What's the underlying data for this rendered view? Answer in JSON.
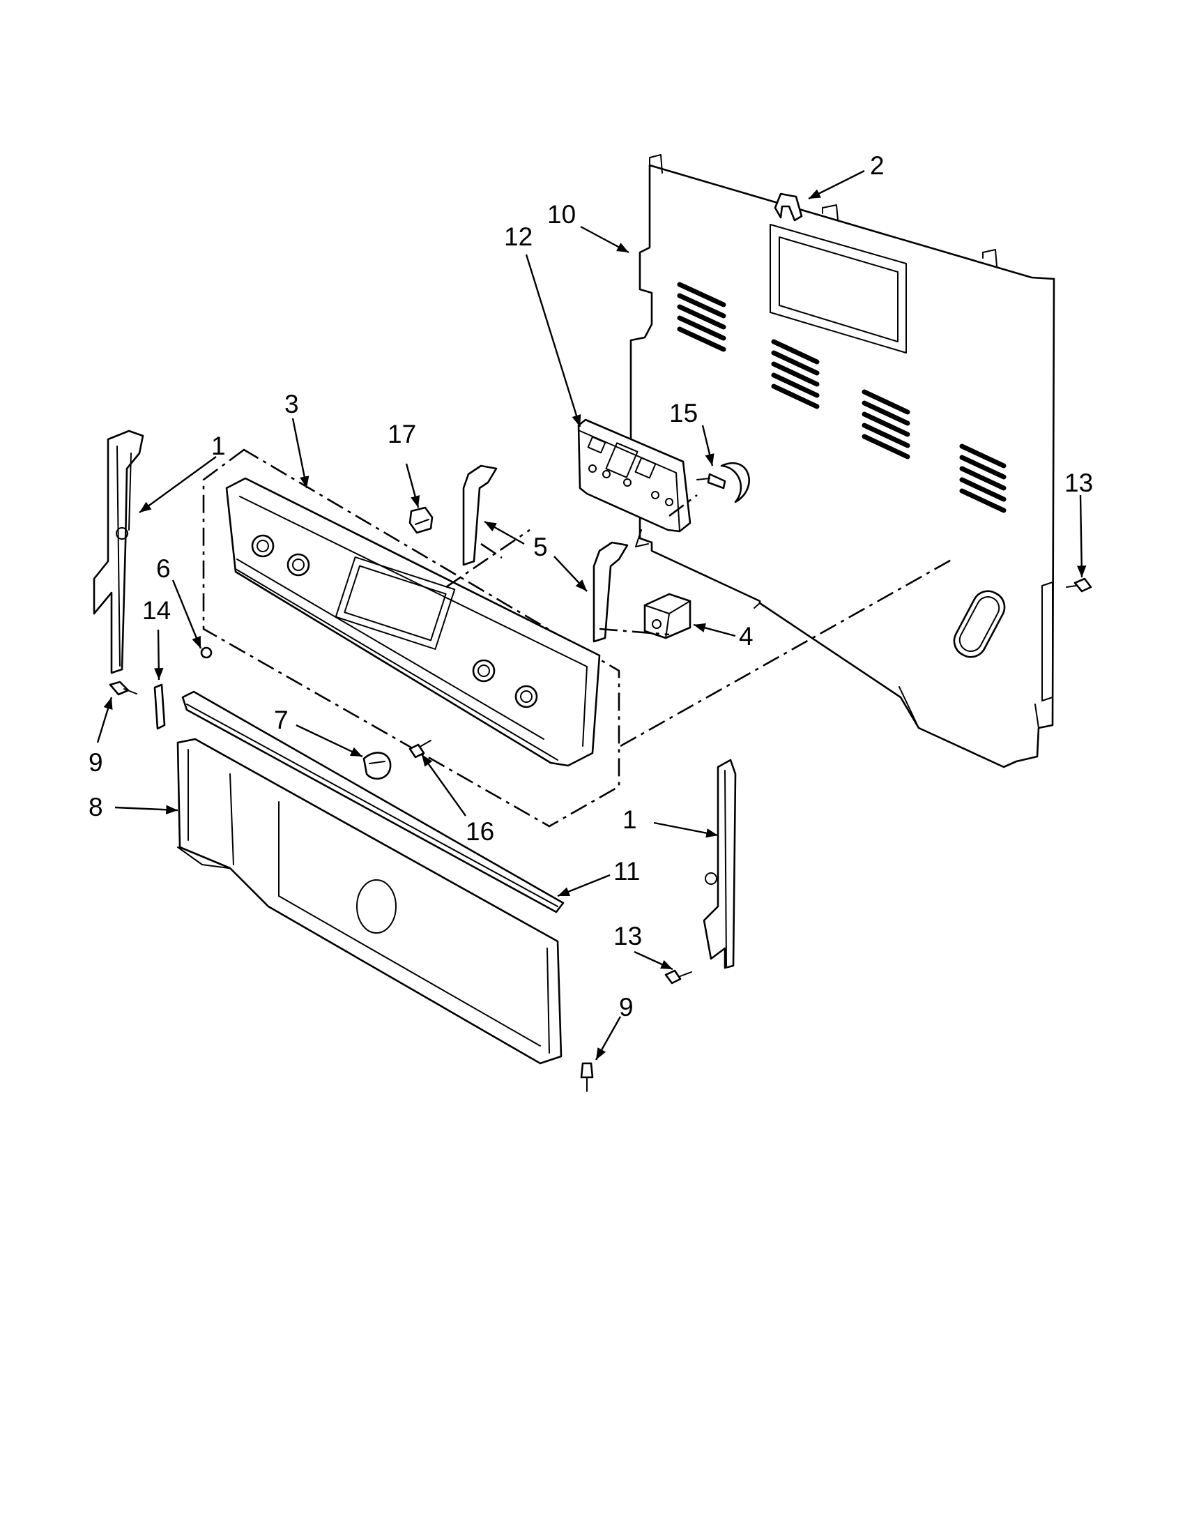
{
  "diagram": {
    "callouts": [
      "1",
      "1",
      "2",
      "3",
      "4",
      "5",
      "6",
      "7",
      "8",
      "9",
      "9",
      "10",
      "11",
      "12",
      "13",
      "13",
      "14",
      "15",
      "16",
      "17"
    ]
  },
  "colors": {
    "line": "#000000",
    "background": "#ffffff"
  }
}
